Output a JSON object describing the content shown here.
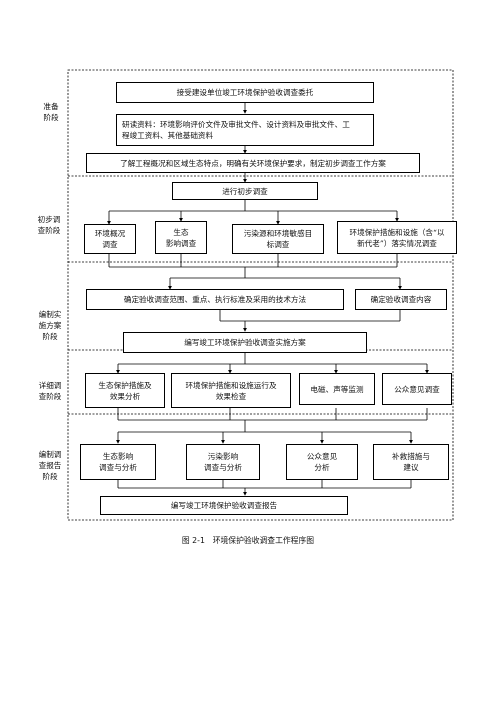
{
  "stages": {
    "prep": "准备\n阶段",
    "initial": "初步调\n查阶段",
    "plan": "编制实\n施方案\n阶段",
    "detail": "详细调\n查阶段",
    "report": "编制调\n查报告\n阶段"
  },
  "nodes": {
    "accept": "接受建设单位竣工环境保护验收调查委托",
    "study": "研读资料：环境影响评价文件及审批文件、设计资料及审批文件、工\n程竣工资料、其他基础资料",
    "understand": "了解工程概况和区域生态特点，明确有关环境保护要求，制定初步调查工作方案",
    "prelim": "进行初步调查",
    "env_overview": "环境概况\n调查",
    "eco_impact": "生态\n影响调查",
    "pollution_sources": "污染源和环境敏感目\n标调查",
    "measures": "环境保护措施和设施（含“以\n新代老”）落实情况调查",
    "scope": "确定验收调查范围、重点、执行标准及采用的技术方法",
    "content": "确定验收调查内容",
    "write_plan": "编写竣工环境保护验收调查实施方案",
    "eco_measures": "生态保护措施及\n效果分析",
    "facility_ops": "环境保护措施和设施运行及\n效果检查",
    "emr_noise": "电磁、声等监测",
    "public_survey": "公众意见调查",
    "eco_analysis": "生态影响\n调查与分析",
    "pollution_analysis": "污染影响\n调查与分析",
    "public_analysis": "公众意见\n分析",
    "remedial": "补救措施与\n建议",
    "write_report": "编写竣工环境保护验收调查报告"
  },
  "caption": "图 2-1　环境保护验收调查工作程序图"
}
